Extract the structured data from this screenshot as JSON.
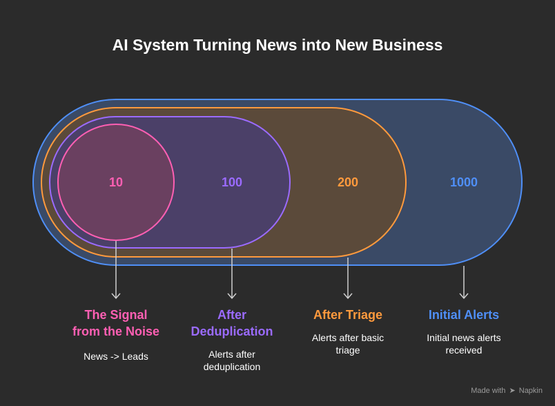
{
  "title": "AI System Turning News into New Business",
  "stages": [
    {
      "count": "10",
      "label_line1": "The Signal",
      "label_line2": "from the Noise",
      "desc_line1": "News -> Leads",
      "desc_line2": "",
      "color": "#ff5fb3"
    },
    {
      "count": "100",
      "label_line1": "After",
      "label_line2": "Deduplication",
      "desc_line1": "Alerts after",
      "desc_line2": "deduplication",
      "color": "#9b6bff"
    },
    {
      "count": "200",
      "label_line1": "After Triage",
      "label_line2": "",
      "desc_line1": "Alerts after basic",
      "desc_line2": "triage",
      "color": "#ff9a3d"
    },
    {
      "count": "1000",
      "label_line1": "Initial Alerts",
      "label_line2": "",
      "desc_line1": "Initial news alerts",
      "desc_line2": "received",
      "color": "#4f8ff7"
    }
  ],
  "watermark": {
    "prefix": "Made with",
    "brand": "Napkin",
    "icon": "napkin-logo-icon"
  }
}
